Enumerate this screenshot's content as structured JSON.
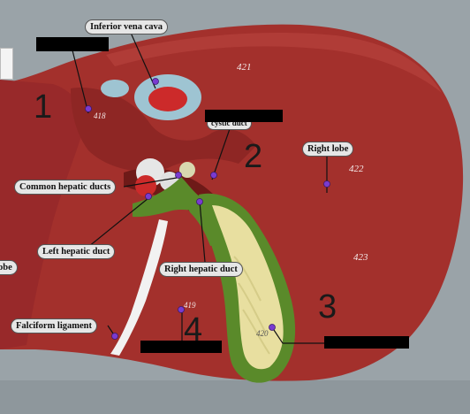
{
  "labels": {
    "ivc": "Inferior vena cava",
    "common_hepatic": "Common hepatic ducts",
    "left_hepatic": "Left hepatic duct",
    "right_hepatic": "Right hepatic duct",
    "falciform": "Falciform ligament",
    "right_lobe": "Right lobe",
    "left_lobe_partial": "obe",
    "cystic_partial": "cystic duct"
  },
  "numbers": {
    "n1": "1",
    "n2": "2",
    "n3": "3",
    "n4": "4"
  },
  "model_tags": {
    "t421": "421",
    "t422": "422",
    "t423": "423",
    "t418": "418",
    "t419": "419",
    "t420": "420"
  },
  "colors": {
    "liver": "#a3302c",
    "liver_dark": "#7a1e1c",
    "gallbladder_wall": "#5a8a2a",
    "gallbladder_fill": "#e8dfa0",
    "ivc": "#9ec4d2",
    "background": "#9aa3a8",
    "pin": "#7a3bd0"
  }
}
